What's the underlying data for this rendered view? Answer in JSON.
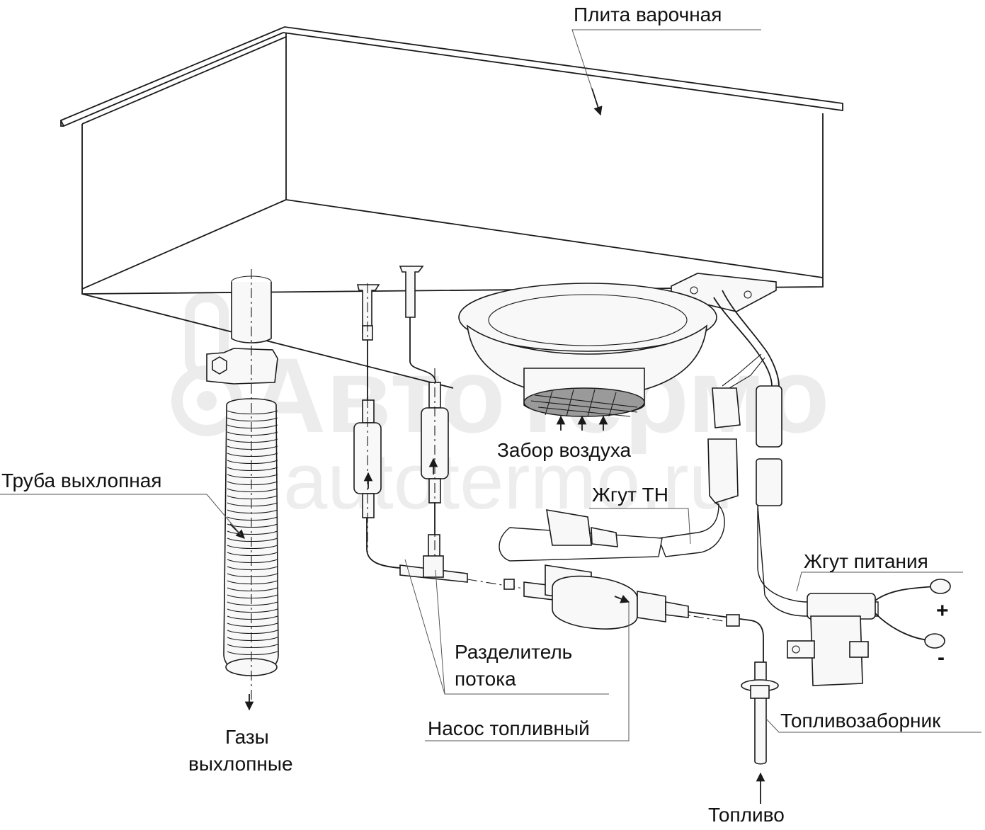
{
  "watermark": {
    "brand": "АвтоТермо",
    "site": "autotermo.ru"
  },
  "labels": {
    "stove": "Плита варочная",
    "exhaust_pipe": "Труба выхлопная",
    "air_intake": "Забор воздуха",
    "harness_th": "Жгут ТН",
    "power_harness": "Жгут питания",
    "plus": "+",
    "minus": "-",
    "flow_splitter_line1": "Разделитель",
    "flow_splitter_line2": "потока",
    "fuel_pump": "Насос топливный",
    "fuel_intake": "Топливозаборник",
    "exhaust_gases_line1": "Газы",
    "exhaust_gases_line2": "выхлопные",
    "fuel": "Топливо"
  }
}
